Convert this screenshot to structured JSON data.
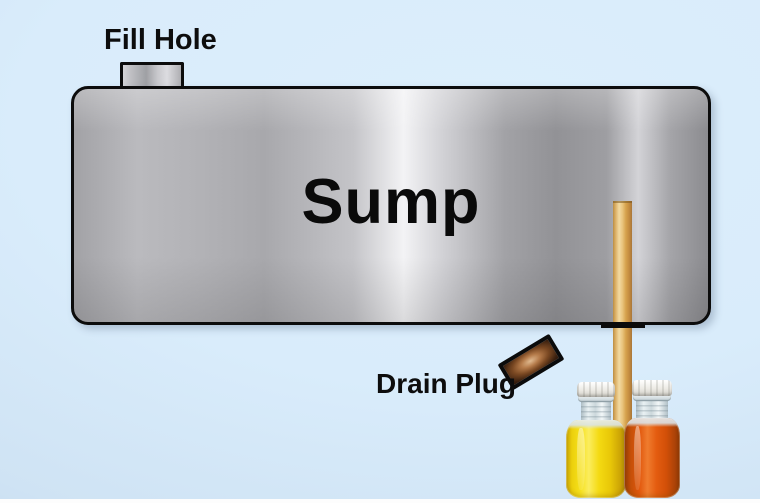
{
  "labels": {
    "fill_hole": "Fill Hole",
    "sump": "Sump",
    "drain_plug": "Drain Plug"
  },
  "parts": {
    "fill_hole_port": "fill-hole-port",
    "sump_tank": "sump-tank",
    "drain_tube": "drain-tube",
    "drain_opening": "drain-opening",
    "drain_plug": "drain-plug",
    "bottle_new_oil": "oil-sample-bottle-yellow",
    "bottle_used_oil": "oil-sample-bottle-orange"
  },
  "colors": {
    "background_center": "#dceefb",
    "background_edge": "#afc7e3",
    "bottom_strip": "#fdfdfd",
    "outline": "#0c0c0c",
    "sump_metal_light": "#f3f3f5",
    "sump_metal_dark": "#8b8b8f",
    "drain_tube": "#d6a24c",
    "drain_plug_center": "#e0ba90",
    "drain_plug_edge": "#2a160a",
    "oil_yellow": "#f4da12",
    "oil_orange": "#e2590e",
    "bottle_cap": "#eceae4",
    "label_text": "#0d0d0d"
  }
}
